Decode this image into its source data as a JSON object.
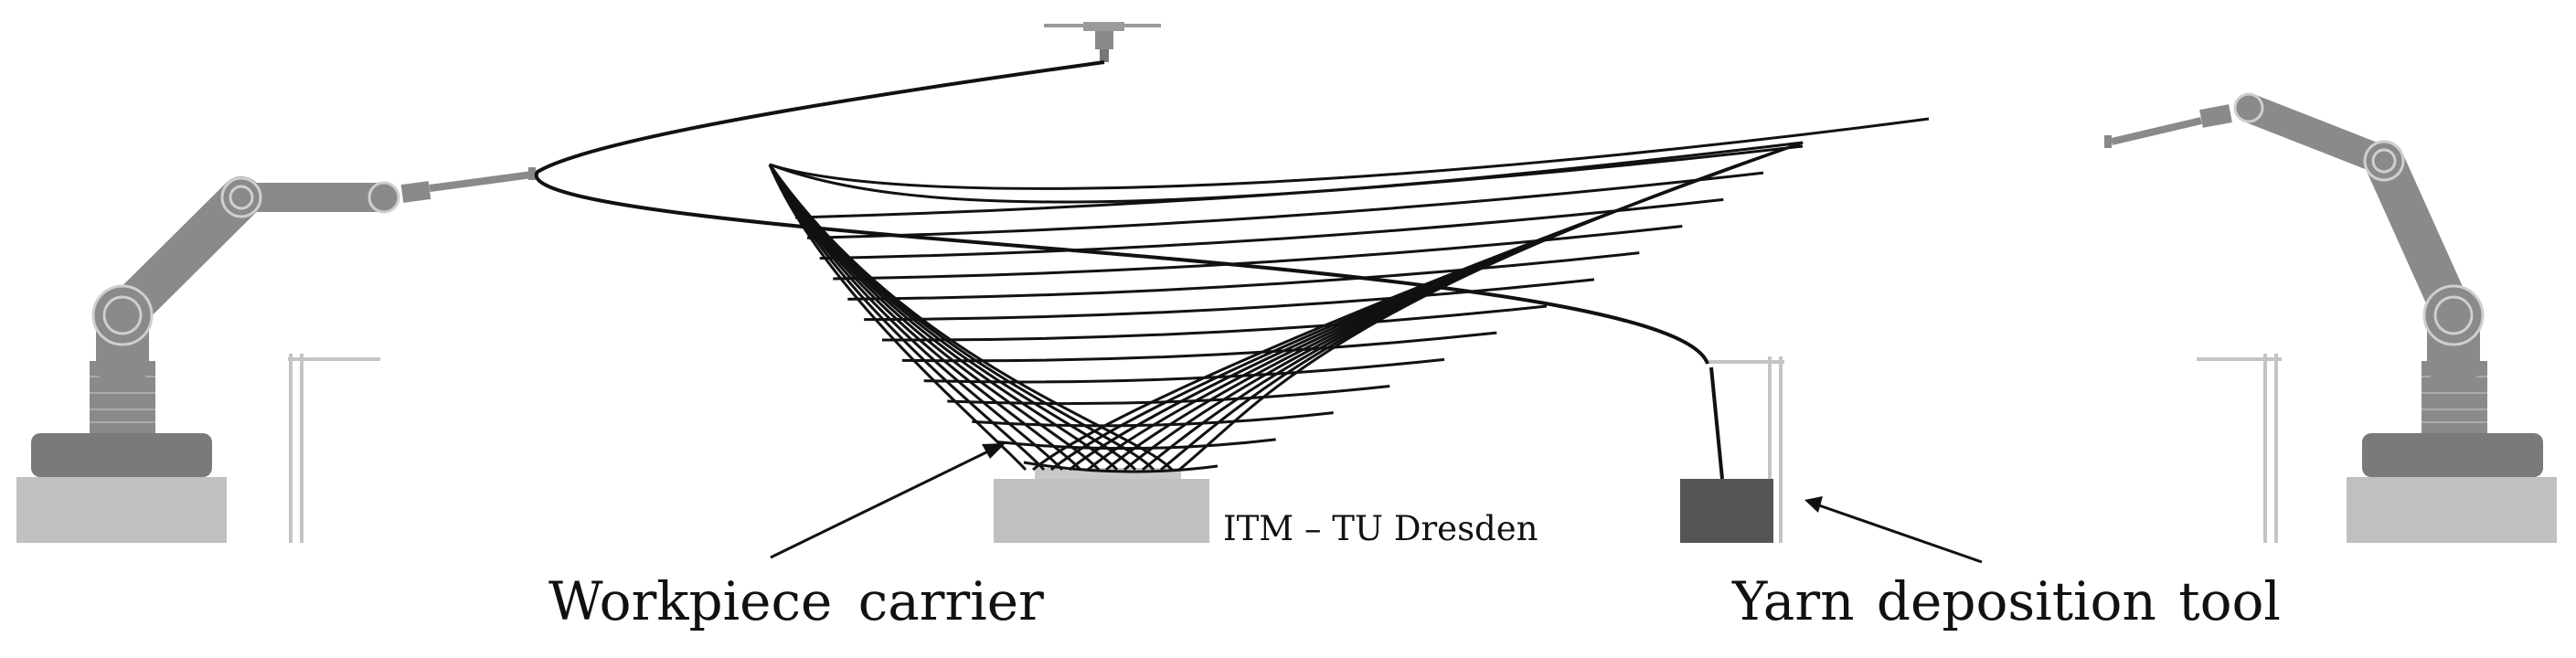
{
  "labels": {
    "workpiece_carrier": "Workpiece  carrier",
    "yarn_deposition_tool": "Yarn deposition  tool",
    "credit": "ITM – TU Dresden"
  },
  "colors": {
    "robot_base": "#c0c0c0",
    "robot_body": "#8a8a8a",
    "robot_dark": "#7a7a7a",
    "frame": "#c4c4c4",
    "carrier": "#c0c0c0",
    "tool": "#555555",
    "yarn": "#111111"
  },
  "icons": [
    "robot-arm-left",
    "robot-arm-right",
    "ceiling-drone",
    "frame-left",
    "frame-right",
    "frame-middle"
  ]
}
